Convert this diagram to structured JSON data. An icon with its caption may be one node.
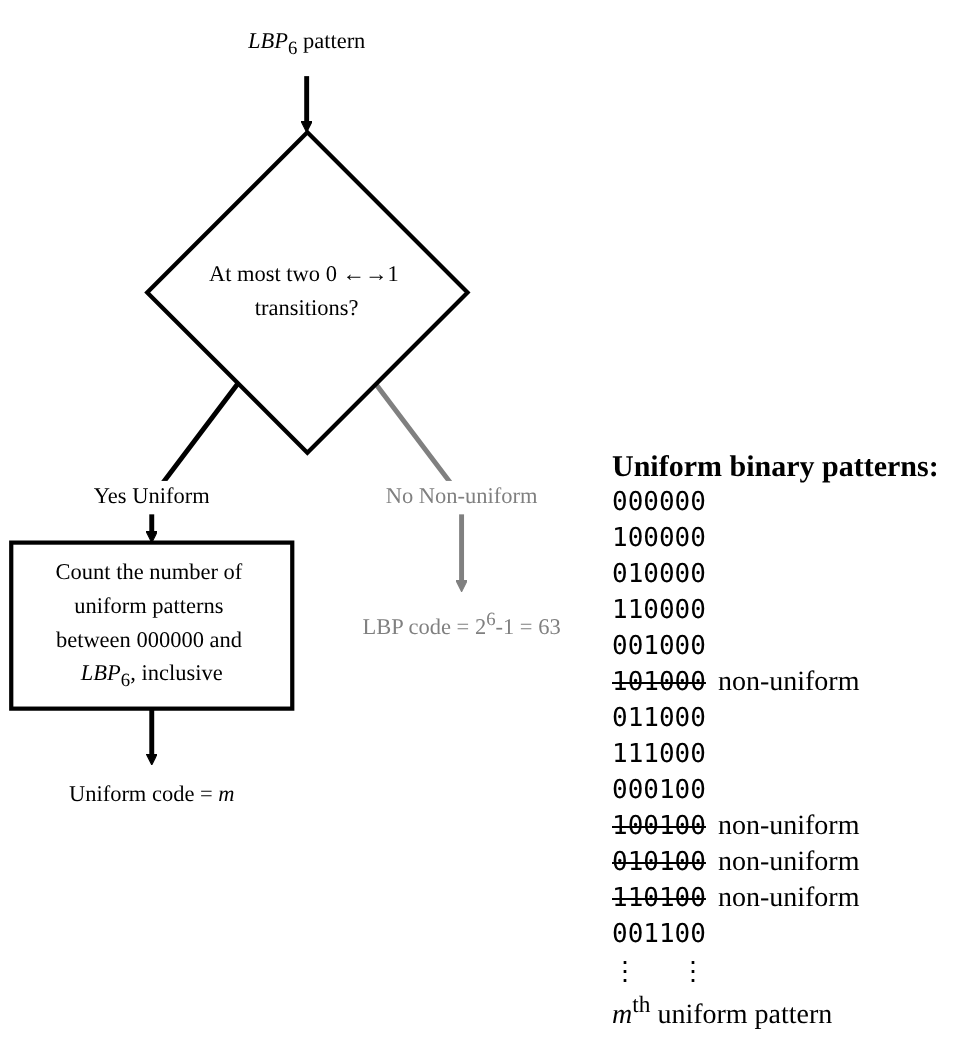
{
  "diagram": {
    "nodes": [
      {
        "text": [
          "*LBP*$_{6}$ pattern"
        ]
      },
      {
        "text": [
          "At most two 0 ←→1 transitions?"
        ]
      },
      {
        "text": [
          "LBP code = 2$^{6}$-1 = 63"
        ]
      },
      {
        "text": [
          "Count the number of uniform patterns between 000000 and *LBP*$_{6}$, inclusive"
        ]
      },
      {
        "text": [
          "Uniform code = *m*"
        ]
      }
    ],
    "edges": [
      {
        "from": 0,
        "to": 1,
        "arrow": "to"
      },
      {
        "from": 1,
        "to": 2,
        "arrow": "to",
        "label": "No Non-uniform",
        "color": "#808080"
      },
      {
        "from": 1,
        "to": 3,
        "arrow": "to",
        "label": "Yes Uniform"
      },
      {
        "from": 3,
        "to": 4,
        "arrow": "to"
      }
    ],
    "labels": [
      "Uniform binary patterns:",
      "000000",
      "100000",
      "010000",
      "110000",
      "001000",
      "101000",
      "non-uniform",
      "011000",
      "111000",
      "000100",
      "100100",
      "non-uniform",
      "010100",
      "non-uniform",
      "110100",
      "non-uniform",
      "001100",
      "⋮",
      "⋮",
      "*m*$^{th}$ uniform pattern"
    ]
  }
}
